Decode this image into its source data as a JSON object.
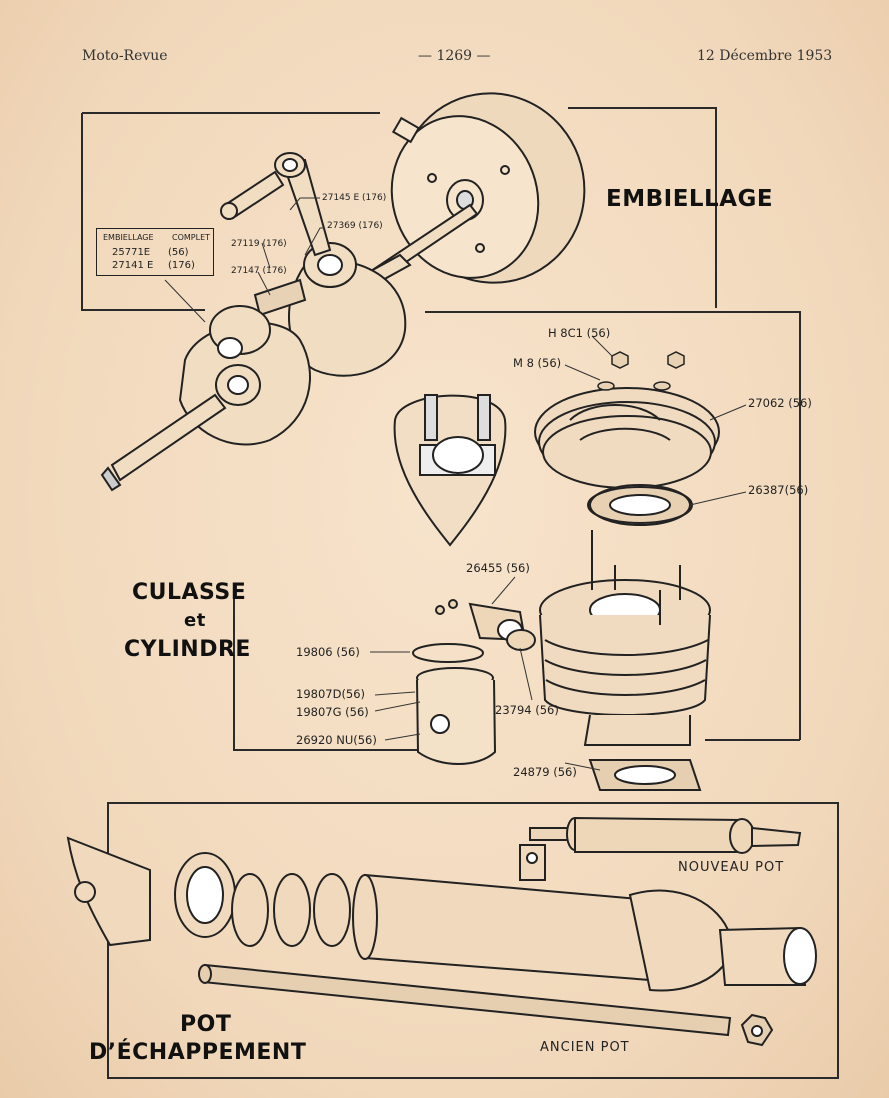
{
  "header": {
    "publication": "Moto-Revue",
    "page_number": "— 1269 —",
    "date": "12 Décembre 1953"
  },
  "sections": {
    "embiellage": {
      "title": "EMBIELLAGE",
      "box_header_left": "EMBIELLAGE",
      "box_header_right": "COMPLET",
      "box_rows": [
        {
          "ref": "25771E",
          "size": "(56)"
        },
        {
          "ref": "27141 E",
          "size": "(176)"
        }
      ],
      "callouts": [
        "27145 E (176)",
        "27369 (176)",
        "27119 (176)",
        "27147 (176)"
      ]
    },
    "culasse": {
      "title_line1": "CULASSE",
      "title_line2": "et",
      "title_line3": "CYLINDRE",
      "callouts": [
        "H 8C1 (56)",
        "M 8 (56)",
        "27062 (56)",
        "26387(56)",
        "26455 (56)",
        "19806 (56)",
        "19807D(56)",
        "19807G (56)",
        "26920 NU(56)",
        "23794 (56)",
        "24879 (56)"
      ]
    },
    "pot": {
      "title_line1": "POT",
      "title_line2": "D’ÉCHAPPEMENT",
      "caption_new": "NOUVEAU POT",
      "caption_old": "ANCIEN POT"
    }
  }
}
